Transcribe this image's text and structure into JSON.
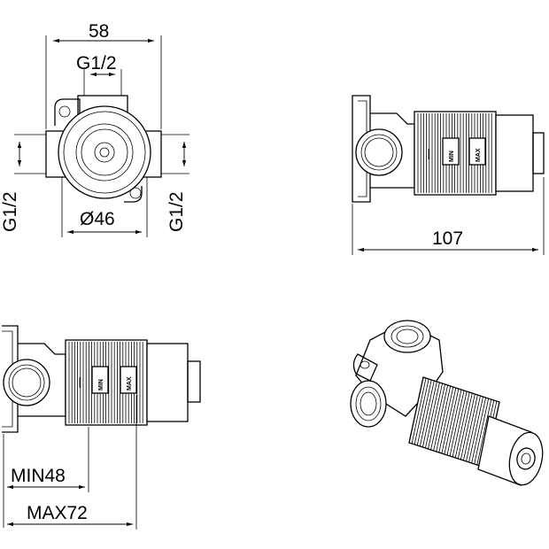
{
  "dimensions": {
    "width_58": "58",
    "thread_top": "G1/2",
    "thread_left": "G1/2",
    "diameter": "Ø46",
    "thread_right": "G1/2",
    "length_107": "107",
    "min_depth": "MIN48",
    "max_depth": "MAX72"
  },
  "markings": {
    "min": "MIN",
    "max": "MAX"
  }
}
